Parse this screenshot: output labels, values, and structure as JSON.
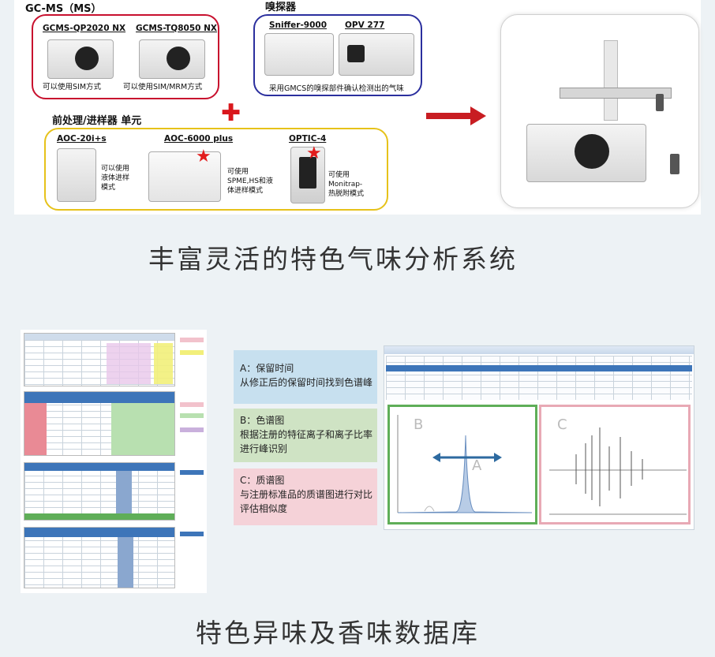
{
  "top": {
    "gcms_title": "GC-MS（MS）",
    "sniff_title": "嗅探器",
    "pre_title": "前处理/进样器 单元",
    "gcms_products": [
      {
        "name": "GCMS-QP2020 NX",
        "caption": "可以使用SIM方式"
      },
      {
        "name": "GCMS-TQ8050 NX",
        "caption": "可以使用SIM/MRM方式"
      }
    ],
    "sniff_products": [
      {
        "name": "Sniffer-9000"
      },
      {
        "name": "OPV 277"
      }
    ],
    "sniff_caption": "采用GMCS的嗅探部件确认检测出的气味",
    "pre_products": [
      {
        "name": "AOC-20i+s",
        "caption_lines": [
          "可以使用",
          "液体进样",
          "模式"
        ]
      },
      {
        "name": "AOC-6000 plus",
        "caption_lines": [
          "可使用",
          "SPME,HS和液",
          "体进样模式"
        ]
      },
      {
        "name": "OPTIC-4",
        "caption_lines": [
          "可使用",
          "Monitrap-",
          "热脱附模式"
        ]
      }
    ],
    "plus_symbol": "✚",
    "arrow_symbol": "→",
    "star_symbol": "★",
    "colors": {
      "gcms_border": "#c8102e",
      "sniff_border": "#2b2f9e",
      "pre_border": "#e6c21a",
      "accent_red": "#d9171c"
    }
  },
  "caption_1": "丰富灵活的特色气味分析系统",
  "caption_2": "特色异味及香味数据库",
  "legend": [
    {
      "title": "A：保留时间",
      "text": "从修正后的保留时间找到色谱峰",
      "color": "#c7e0ef"
    },
    {
      "title": "B：色谱图",
      "text": "根据注册的特征离子和离子比率进行峰识别",
      "color": "#cfe3c4"
    },
    {
      "title": "C：质谱图",
      "text": "与注册标准品的质谱图进行对比评估相似度",
      "color": "#f5d2d8"
    }
  ],
  "screen_labels": {
    "A": "A",
    "B": "B",
    "C": "C"
  }
}
